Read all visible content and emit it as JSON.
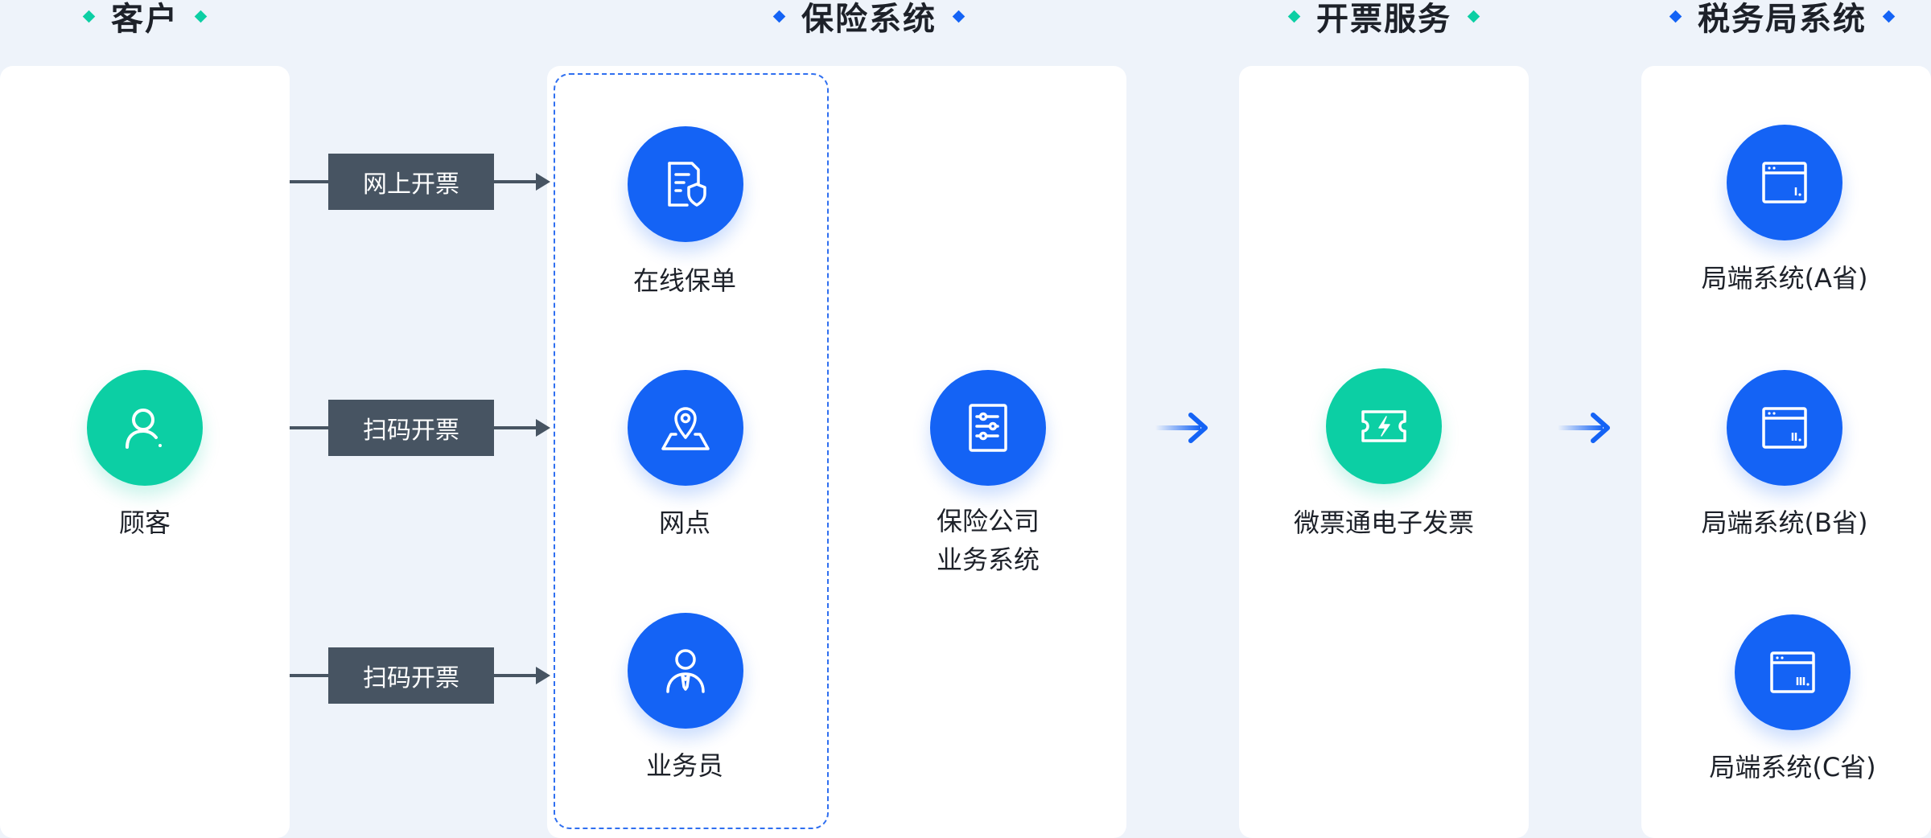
{
  "headers": {
    "customer": "客户",
    "insurance": "保险系统",
    "invoice": "开票服务",
    "tax": "税务局系统"
  },
  "channels": [
    "网上开票",
    "扫码开票",
    "扫码开票"
  ],
  "nodes": {
    "customer": "顾客",
    "online_policy": "在线保单",
    "branch": "网点",
    "agent": "业务员",
    "insurer_line1": "保险公司",
    "insurer_line2": "业务系统",
    "invoice_service": "微票通电子发票",
    "tax_a": "局端系统(A省)",
    "tax_b": "局端系统(B省)",
    "tax_c": "局端系统(C省)"
  },
  "colors": {
    "blue": "#1463f5",
    "green": "#0ccfa4",
    "tag": "#475462",
    "background": "#eef3fa"
  },
  "icons": {
    "customer": "user-icon",
    "online_policy": "policy-shield-icon",
    "branch": "map-pin-icon",
    "agent": "agent-icon",
    "insurer": "settings-document-icon",
    "invoice_service": "invoice-ticket-icon",
    "tax": "browser-window-icon"
  }
}
